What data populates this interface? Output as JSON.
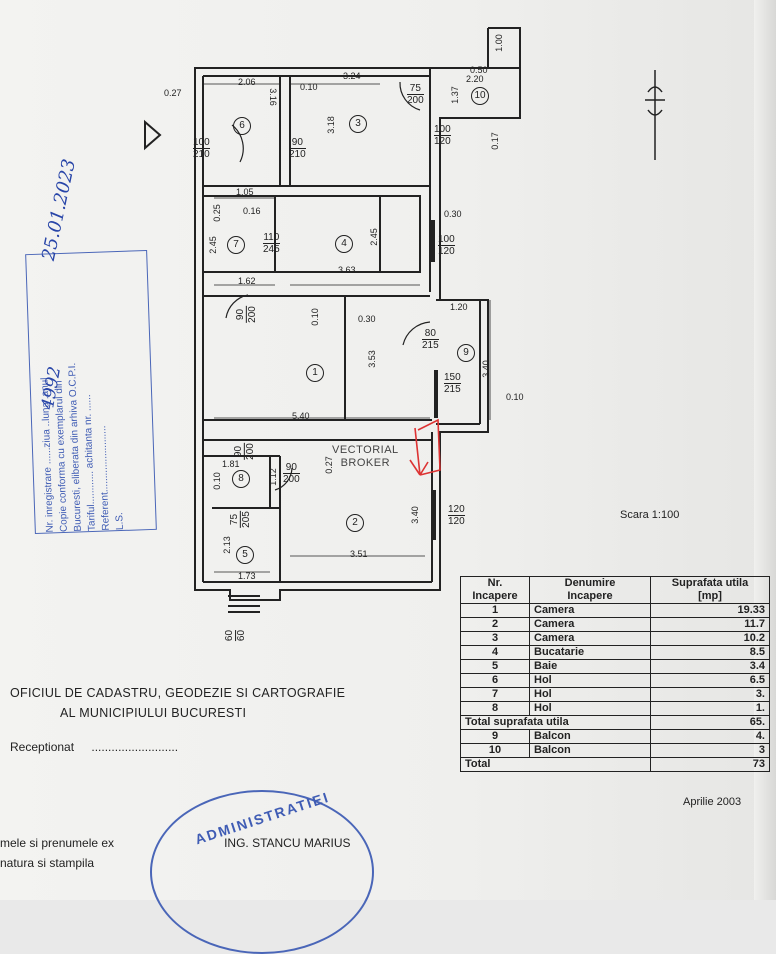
{
  "rooms": [
    {
      "id": "1",
      "label": "1"
    },
    {
      "id": "2",
      "label": "2"
    },
    {
      "id": "3",
      "label": "3"
    },
    {
      "id": "4",
      "label": "4"
    },
    {
      "id": "5",
      "label": "5"
    },
    {
      "id": "6",
      "label": "6"
    },
    {
      "id": "7",
      "label": "7"
    },
    {
      "id": "8",
      "label": "8"
    },
    {
      "id": "9",
      "label": "9"
    },
    {
      "id": "10",
      "label": "10"
    }
  ],
  "dimensions": {
    "d_027_top": "0.27",
    "d_206": "2.06",
    "d_324": "3.24",
    "d_010_a": "0.10",
    "d_316": "3.16",
    "d_318": "3.18",
    "d_050": "0.50",
    "d_220": "2.20",
    "d_100": "1.00",
    "d_137": "1.37",
    "d_017": "0.17",
    "d_105": "1.05",
    "d_025": "0.25",
    "d_016": "0.16",
    "d_030_a": "0.30",
    "d_245_a": "2.45",
    "d_245_b": "2.45",
    "d_162": "1.62",
    "d_363": "3.63",
    "d_010_b": "0.10",
    "d_030_b": "0.30",
    "d_120": "1.20",
    "d_353": "3.53",
    "d_340_a": "3.40",
    "d_010_c": "0.10",
    "d_540": "5.40",
    "d_181": "1.81",
    "d_010_d": "0.10",
    "d_112": "1.12",
    "d_027_b": "0.27",
    "d_340_b": "3.40",
    "d_213": "2.13",
    "d_173": "1.73",
    "d_351": "3.51"
  },
  "doors": {
    "door_6": {
      "a": "100",
      "b": "210"
    },
    "door_3": {
      "a": "90",
      "b": "210"
    },
    "door_10": {
      "a": "75",
      "b": "200"
    },
    "win_3": {
      "a": "100",
      "b": "120"
    },
    "door_7": {
      "a": "110",
      "b": "245"
    },
    "win_4": {
      "a": "100",
      "b": "120"
    },
    "door_1": {
      "a": "90",
      "b": "200"
    },
    "door_9": {
      "a": "80",
      "b": "215"
    },
    "door_9b": {
      "a": "150",
      "b": "215"
    },
    "door_8": {
      "a": "90",
      "b": "200"
    },
    "door_2": {
      "a": "90",
      "b": "200"
    },
    "door_5": {
      "a": "75",
      "b": "205"
    },
    "win_2": {
      "a": "120",
      "b": "120"
    },
    "entry": {
      "a": "60",
      "b": "60"
    }
  },
  "scale": "Scara 1:100",
  "office": {
    "line1": "OFICIUL DE CADASTRU, GEODEZIE SI CARTOGRAFIE",
    "line2": "AL MUNICIPIULUI BUCURESTI",
    "received": "Receptionat",
    "received_dots": ".........................."
  },
  "stamp": {
    "lines": [
      "Nr. inregistrare ......ziua ..luna .anul",
      "Copie conforma cu exemplarul din",
      "Bucuresti, eliberata din arhiva O.C.P.I.",
      "Tariful............ achitanta nr. ......",
      "Referent........................",
      "L.S."
    ],
    "handwritten_number": "4992",
    "handwritten_date": "25.01.2023"
  },
  "legend": {
    "headers": [
      "Nr.\nIncapere",
      "Denumire\nIncapere",
      "Suprafata utila\n[mp]"
    ],
    "rows": [
      {
        "nr": "1",
        "name": "Camera",
        "area": "19.33"
      },
      {
        "nr": "2",
        "name": "Camera",
        "area": "11.7"
      },
      {
        "nr": "3",
        "name": "Camera",
        "area": "10.2"
      },
      {
        "nr": "4",
        "name": "Bucatarie",
        "area": "8.5"
      },
      {
        "nr": "5",
        "name": "Baie",
        "area": "3.4"
      },
      {
        "nr": "6",
        "name": "Hol",
        "area": "6.5"
      },
      {
        "nr": "7",
        "name": "Hol",
        "area": "3."
      },
      {
        "nr": "8",
        "name": "Hol",
        "area": "1."
      }
    ],
    "total_util_label": "Total suprafata utila",
    "total_util_value": "65.",
    "balcony_rows": [
      {
        "nr": "9",
        "name": "Balcon",
        "area": "4."
      },
      {
        "nr": "10",
        "name": "Balcon",
        "area": "3"
      }
    ],
    "total_label": "Total",
    "total_value": "73"
  },
  "date": "Aprilie 2003",
  "author": {
    "line1": "mele si prenumele ex",
    "line1_tail": "ING. STANCU MARIUS",
    "line2": "natura si stampila"
  },
  "watermark": {
    "line1": "VECTORIAL",
    "line2": "BROKER"
  },
  "round_stamp_text": "ADMINISTRATIEI"
}
